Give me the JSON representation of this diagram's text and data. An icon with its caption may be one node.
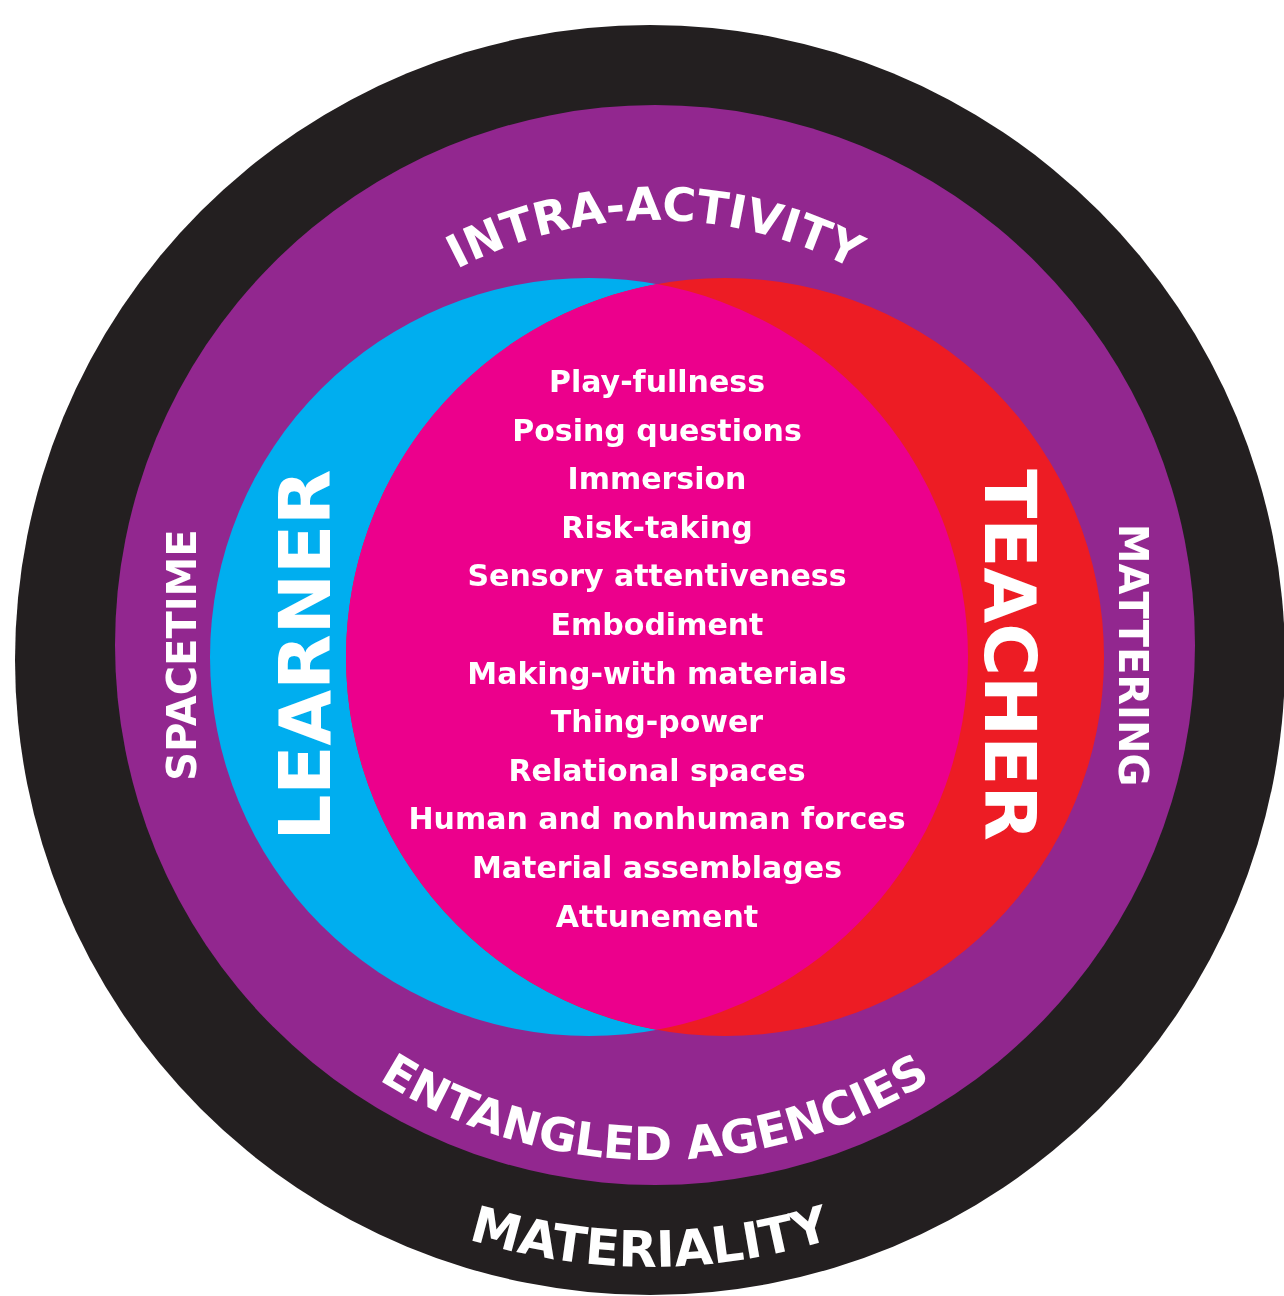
{
  "diagram": {
    "nodes": [
      {
        "text": [
          "MATERIALITY"
        ]
      },
      {
        "text": [
          "INTRA-ACTIVITY",
          "SPACETIME",
          "MATTERING",
          "ENTANGLED AGENCIES"
        ],
        "in": 0
      },
      {
        "text": [
          "LEARNER"
        ],
        "in": 1
      },
      {
        "text": [
          "TEACHER"
        ],
        "in": 1
      },
      {
        "text": [
          "Play-fullness",
          "Posing questions",
          "Immersion",
          "Risk-taking",
          "Sensory attentiveness",
          "Embodiment",
          "Making-with materials",
          "Thing-power",
          "Relational spaces",
          "Human and nonhuman forces",
          "Material assemblages",
          "Attunement"
        ],
        "in": 2
      }
    ]
  }
}
